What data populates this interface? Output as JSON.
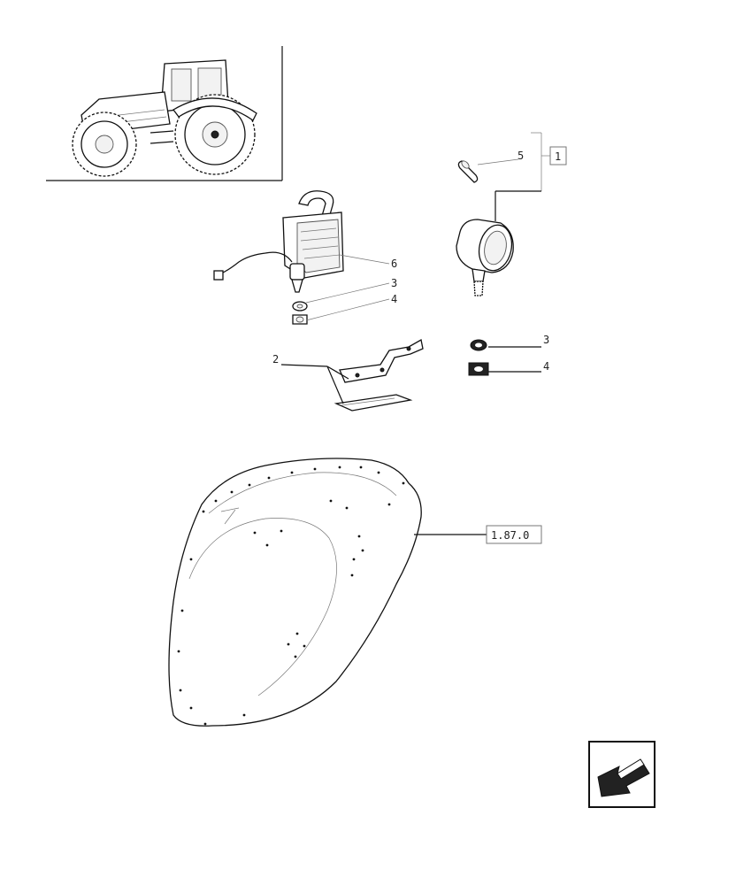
{
  "diagram": {
    "callouts": {
      "group_ref": "1",
      "pin": "5",
      "work_lamp": "6",
      "lamp_washer": "3",
      "lamp_nut": "4",
      "bracket": "2",
      "round_lamp_washer": "3",
      "round_lamp_nut": "4",
      "fender_ref": "1.87.0"
    },
    "icons": [
      "tractor-thumbnail",
      "work-lamp-icon",
      "round-lamp-icon",
      "bracket-icon",
      "fender-icon",
      "nav-arrow-icon"
    ]
  }
}
